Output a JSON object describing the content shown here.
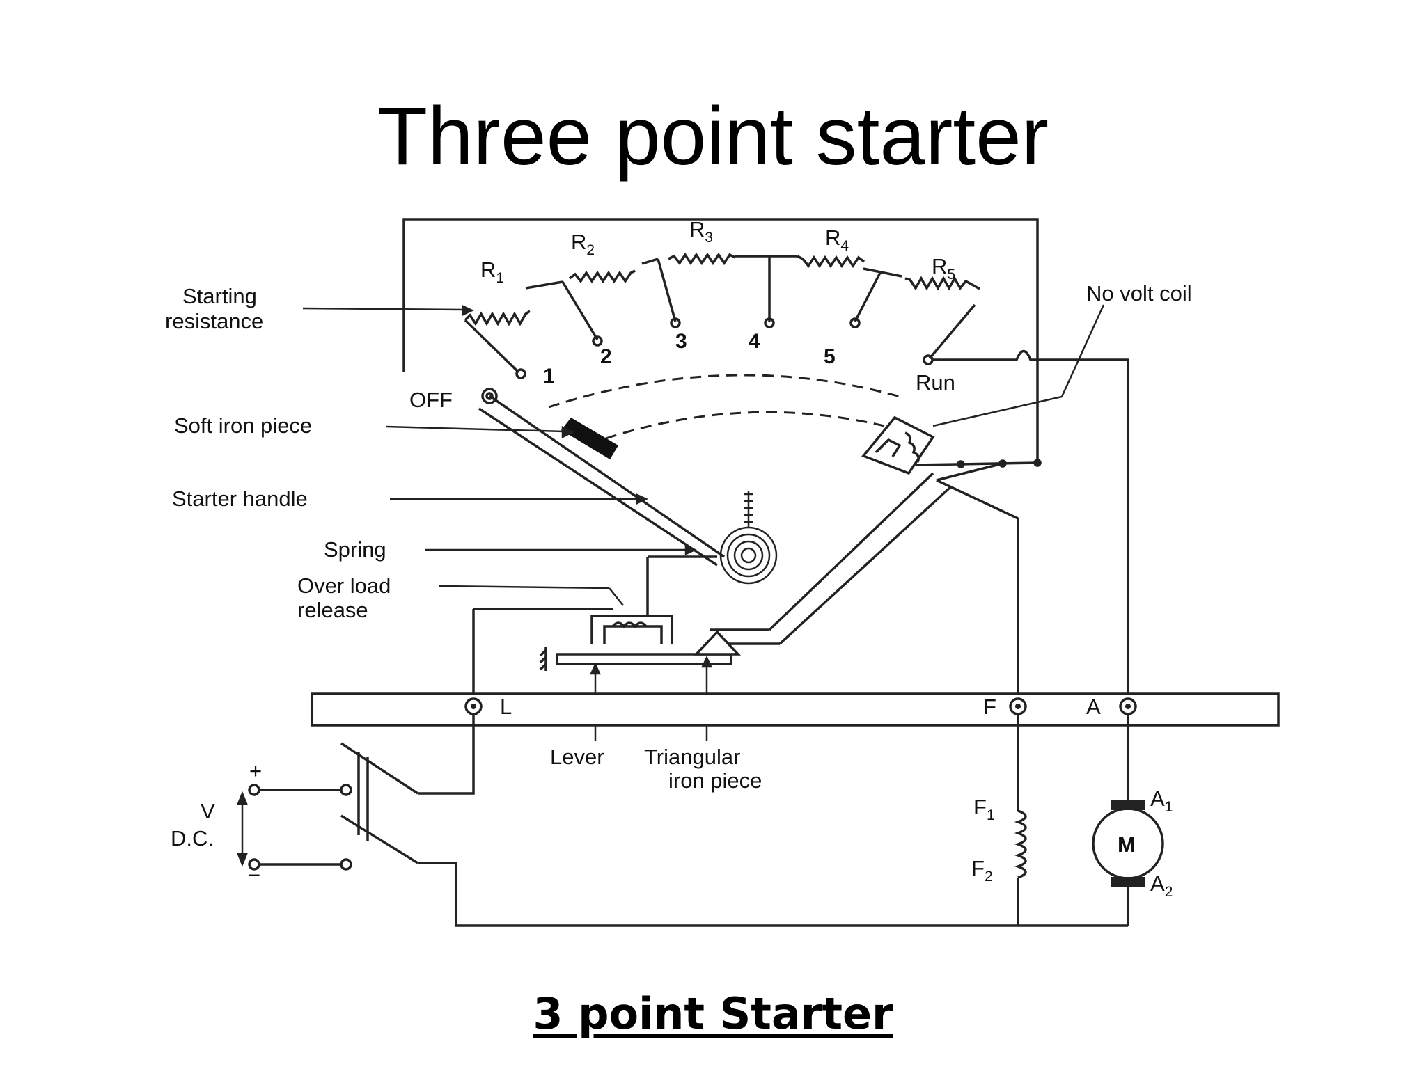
{
  "slide": {
    "title": "Three point starter",
    "caption": "3 point Starter"
  },
  "diagram": {
    "resistors": [
      "R",
      "R",
      "R",
      "R",
      "R"
    ],
    "resistor_subscripts": [
      "1",
      "2",
      "3",
      "4",
      "5"
    ],
    "studs": [
      "1",
      "2",
      "3",
      "4",
      "5",
      "Run"
    ],
    "off_label": "OFF",
    "callouts": {
      "starting_resistance_line1": "Starting",
      "starting_resistance_line2": "resistance",
      "no_volt_coil": "No volt coil",
      "soft_iron_piece": "Soft iron piece",
      "starter_handle": "Starter handle",
      "spring": "Spring",
      "over_load_line1": "Over load",
      "over_load_line2": "release",
      "lever": "Lever",
      "triangular_line1": "Triangular",
      "triangular_line2": "iron piece"
    },
    "terminals": [
      "L",
      "F",
      "A"
    ],
    "supply": {
      "plus": "+",
      "minus": "−",
      "v": "V",
      "dc": "D.C."
    },
    "field": {
      "f1": "F",
      "f1_sub": "1",
      "f2": "F",
      "f2_sub": "2"
    },
    "motor": {
      "label": "M",
      "a1": "A",
      "a1_sub": "1",
      "a2": "A",
      "a2_sub": "2"
    }
  }
}
